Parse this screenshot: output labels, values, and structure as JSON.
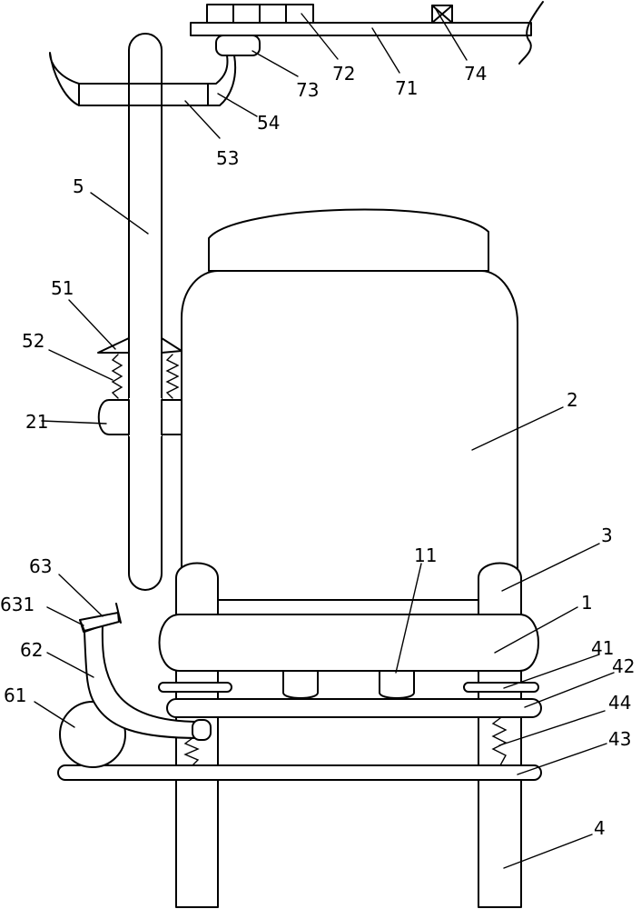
{
  "labels": {
    "l1": "1",
    "l2": "2",
    "l3": "3",
    "l4": "4",
    "l5": "5",
    "l11": "11",
    "l21": "21",
    "l41": "41",
    "l42": "42",
    "l43": "43",
    "l44": "44",
    "l51": "51",
    "l52": "52",
    "l53": "53",
    "l54": "54",
    "l61": "61",
    "l62": "62",
    "l63": "63",
    "l631": "631",
    "l71": "71",
    "l72": "72",
    "l73": "73",
    "l74": "74"
  }
}
